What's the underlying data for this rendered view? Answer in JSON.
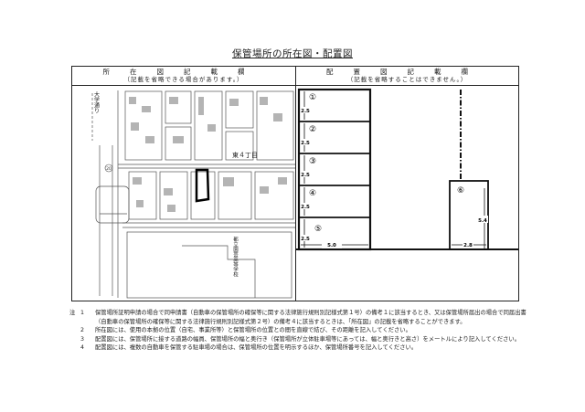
{
  "title": "保管場所の所在図・配置図",
  "location_map": {
    "header": "所在図記載欄",
    "subheader": "（記載を省略できる場合があります。）",
    "labels": {
      "road": "大学通り",
      "district": "東４丁目",
      "school": "都立園芸高等学校",
      "route_mark": "20"
    }
  },
  "layout_diagram": {
    "header": "配置図記載欄",
    "subheader": "（記載を省略することはできません。）",
    "spaces": [
      {
        "number": "①",
        "width": "2.5"
      },
      {
        "number": "②",
        "width": "2.5"
      },
      {
        "number": "③",
        "width": "2.5"
      },
      {
        "number": "④",
        "width": "2.5"
      },
      {
        "number": "⑤",
        "width": "2.5"
      }
    ],
    "row_depth": "5.0",
    "space6": {
      "number": "⑥",
      "depth": "5.4",
      "width": "2.8"
    }
  },
  "notes": {
    "prefix": "注",
    "items": [
      {
        "num": "1",
        "text": "保管場所証明申請の場合で同申請書（自動車の保管場所の確保等に関する法律施行規則別記様式第１号）の備考１に該当するとき、又は保管場所届出の場合で同届出書（自動車の保管場所の確保等に関する法律施行規則別記様式第２号）の備考４に該当するときは、「所在図」の記載を省略することができます。"
      },
      {
        "num": "2",
        "text": "所在図には、使用の本拠の位置（自宅、事業所等）と保管場所の位置との間を直線で結び、その距離を記入してください。"
      },
      {
        "num": "3",
        "text": "配置図には、保管場所に接する道路の幅員、保管場所の幅と奥行き（保管場所が立体駐車場等にあっては、幅と奥行きと高さ）をメートルにより記入してください。"
      },
      {
        "num": "4",
        "text": "配置図には、複数の自動車を保管する駐車場の場合は、保管場所の位置を明示するほか、保管場所番号を記入してください。"
      }
    ]
  }
}
